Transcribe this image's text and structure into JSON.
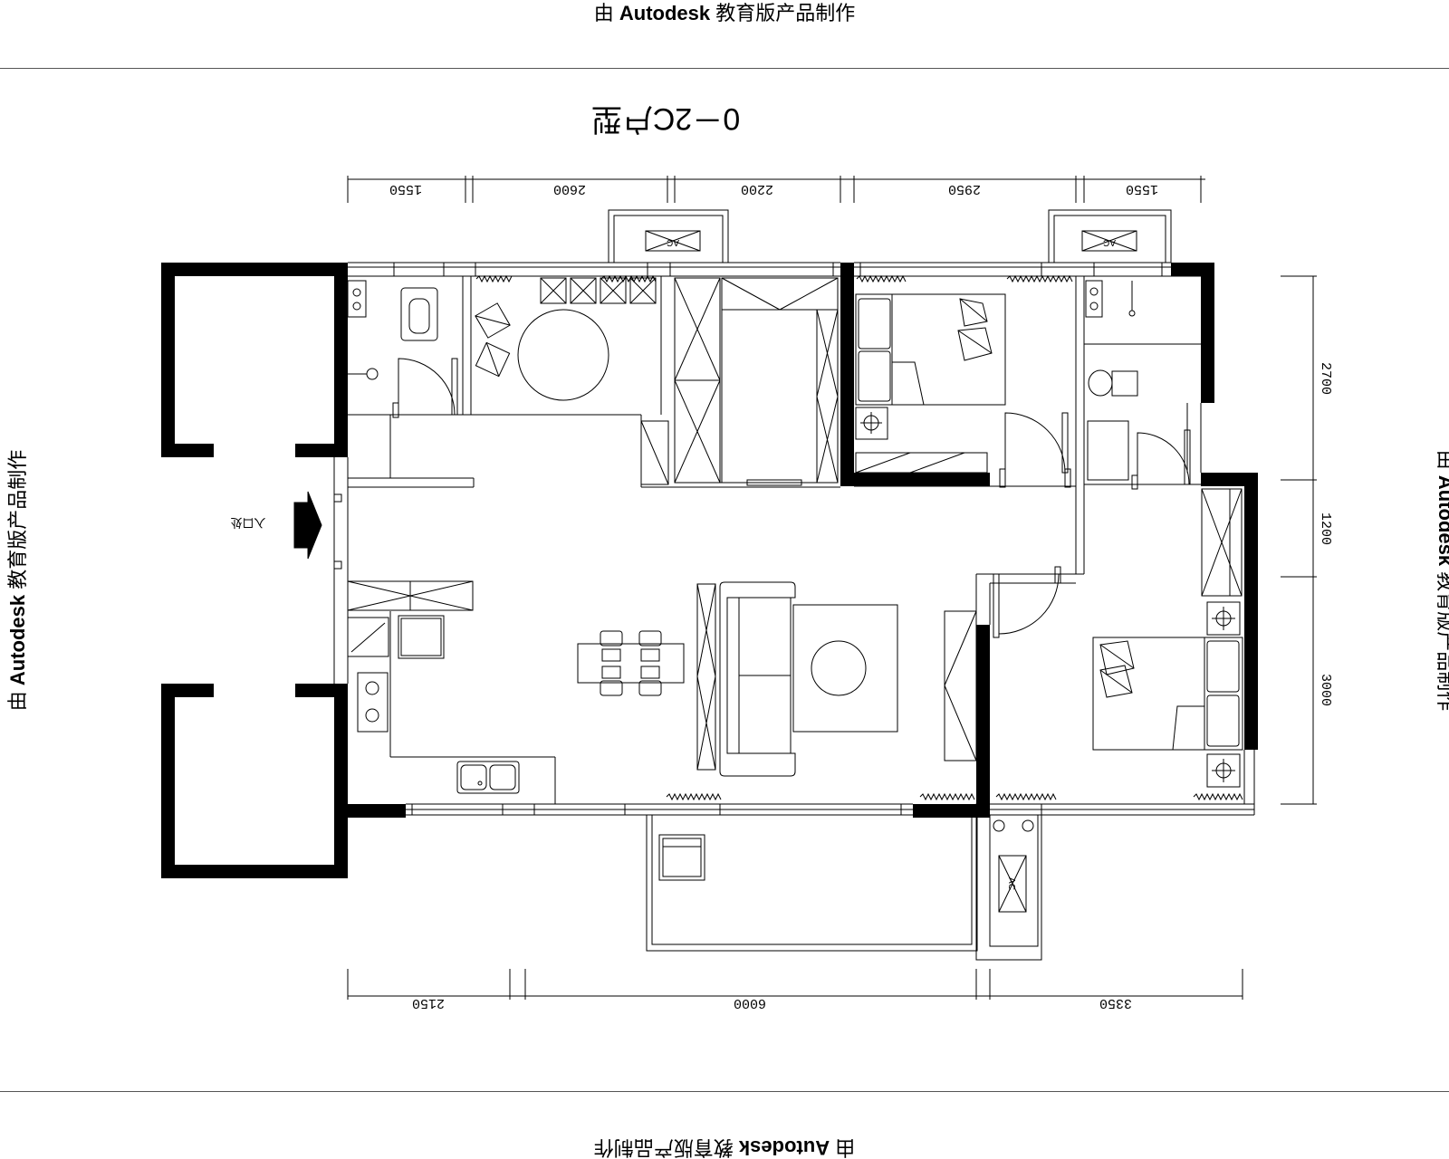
{
  "watermark": {
    "prefix": "由 ",
    "brand": "Autodesk",
    "suffix": " 教育版产品制作"
  },
  "plan": {
    "title": "0－2C户型",
    "entrance_label": "入口处",
    "ac_label": "AC",
    "dimensions": {
      "top": [
        "1550",
        "2600",
        "2200",
        "2950",
        "1550"
      ],
      "right": [
        "2700",
        "1200",
        "3000"
      ],
      "bottom": [
        "2150",
        "6000",
        "3350"
      ]
    }
  }
}
